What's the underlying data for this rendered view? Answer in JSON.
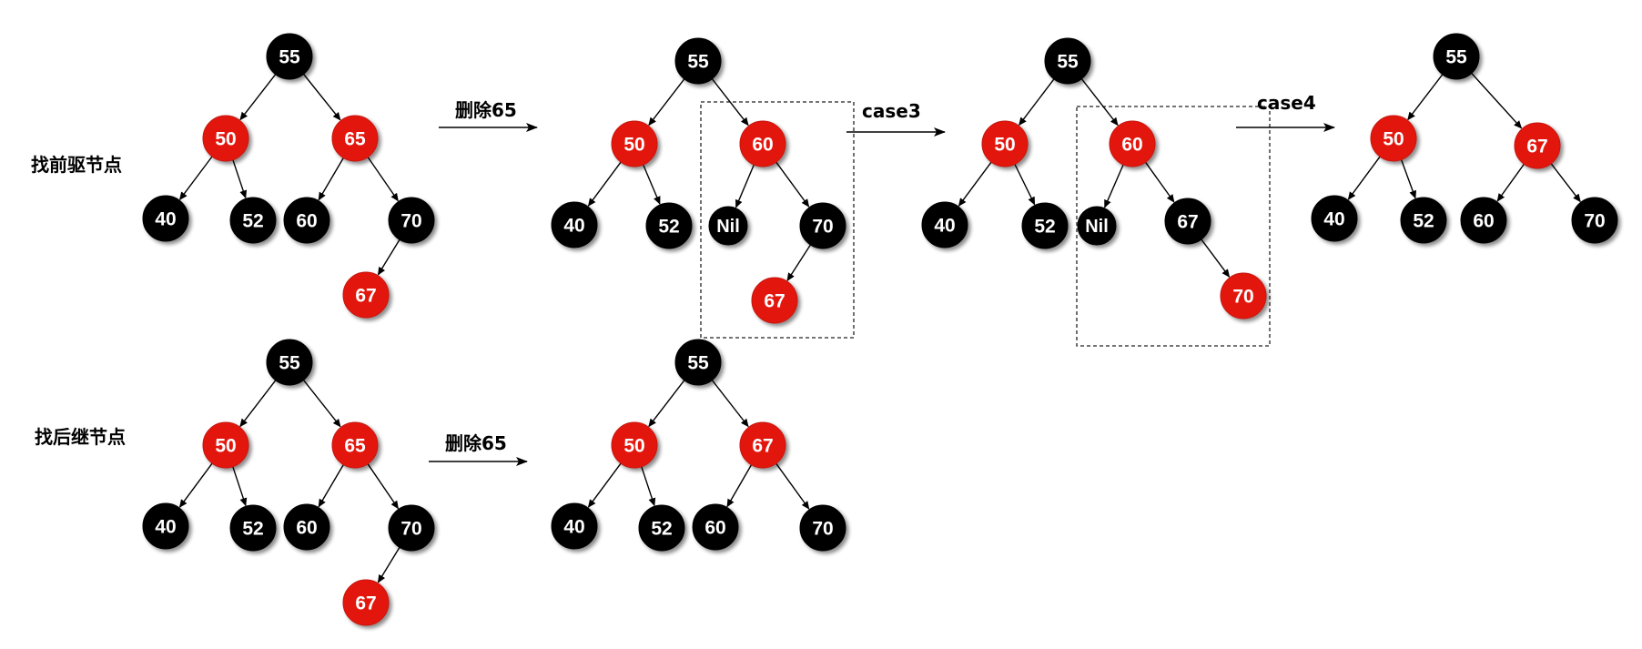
{
  "labels": {
    "predecessor": "找前驱节点",
    "successor": "找后继节点"
  },
  "arrows": {
    "delete_top": "删除65",
    "case3": "case3",
    "case4": "case4",
    "delete_bottom": "删除65"
  },
  "colors": {
    "red": "#e3150f",
    "black": "#000000",
    "text": "#ffffff"
  },
  "trees": {
    "t1": {
      "root": "55",
      "n50": "50",
      "n65": "65",
      "n40": "40",
      "n52": "52",
      "n60": "60",
      "n70": "70",
      "n67": "67"
    },
    "t2": {
      "root": "55",
      "n50": "50",
      "n60": "60",
      "n40": "40",
      "n52": "52",
      "nil": "Nil",
      "n70": "70",
      "n67": "67"
    },
    "t3": {
      "root": "55",
      "n50": "50",
      "n60": "60",
      "n40": "40",
      "n52": "52",
      "nil": "Nil",
      "n67": "67",
      "n70": "70"
    },
    "t4": {
      "root": "55",
      "n50": "50",
      "n67": "67",
      "n40": "40",
      "n52": "52",
      "n60": "60",
      "n70": "70"
    },
    "t5": {
      "root": "55",
      "n50": "50",
      "n65": "65",
      "n40": "40",
      "n52": "52",
      "n60": "60",
      "n70": "70",
      "n67": "67"
    },
    "t6": {
      "root": "55",
      "n50": "50",
      "n67": "67",
      "n40": "40",
      "n52": "52",
      "n60": "60",
      "n70": "70"
    }
  }
}
